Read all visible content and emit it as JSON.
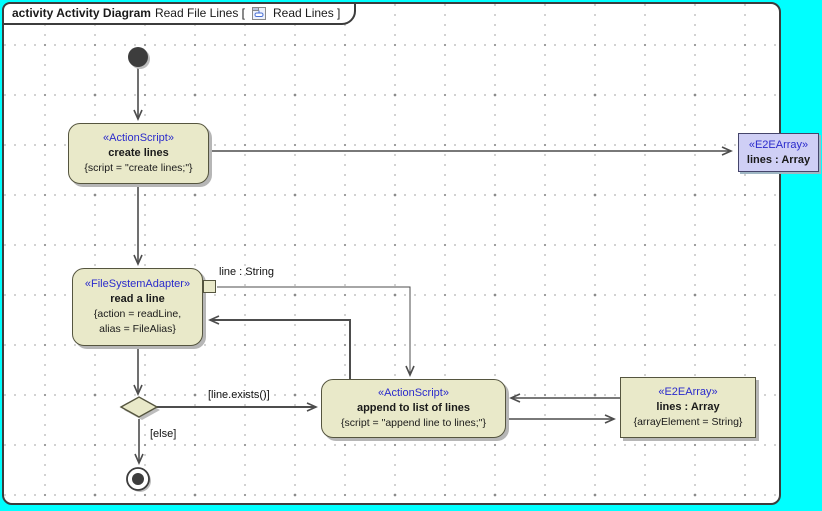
{
  "tab": {
    "keyword_and_type": "activity Activity Diagram",
    "diagram_name": "Read File Lines [",
    "view_name": "Read Lines ]",
    "icon": "activity-diagram-icon"
  },
  "nodes": {
    "create_lines": {
      "stereotype": "«ActionScript»",
      "name": "create lines",
      "properties": "{script = \"create lines;\"}"
    },
    "lines_array_top": {
      "stereotype": "«E2EArray»",
      "name": "lines : Array"
    },
    "read_a_line": {
      "stereotype": "«FileSystemAdapter»",
      "name": "read a line",
      "properties_line1": "{action = readLine,",
      "properties_line2": "alias = FileAlias}"
    },
    "append_to_list": {
      "stereotype": "«ActionScript»",
      "name": "append to list of lines",
      "properties": "{script = \"append line to lines;\"}"
    },
    "lines_array_bottom": {
      "stereotype": "«E2EArray»",
      "name": "lines : Array",
      "properties": "{arrayElement = String}"
    }
  },
  "labels": {
    "pin_label": "line : String",
    "guard_exists": "[line.exists()]",
    "guard_else": "[else]"
  },
  "colors": {
    "canvas_background": "#00ffff",
    "frame_fill": "#ffffff",
    "frame_border": "#3c3c3c",
    "action_fill": "#e9e9c9",
    "object_fill": "#cfcff5",
    "stereotype_text": "#2b2bcc",
    "edge": "#4d4d4d",
    "shadow": "#b6b6b6"
  }
}
